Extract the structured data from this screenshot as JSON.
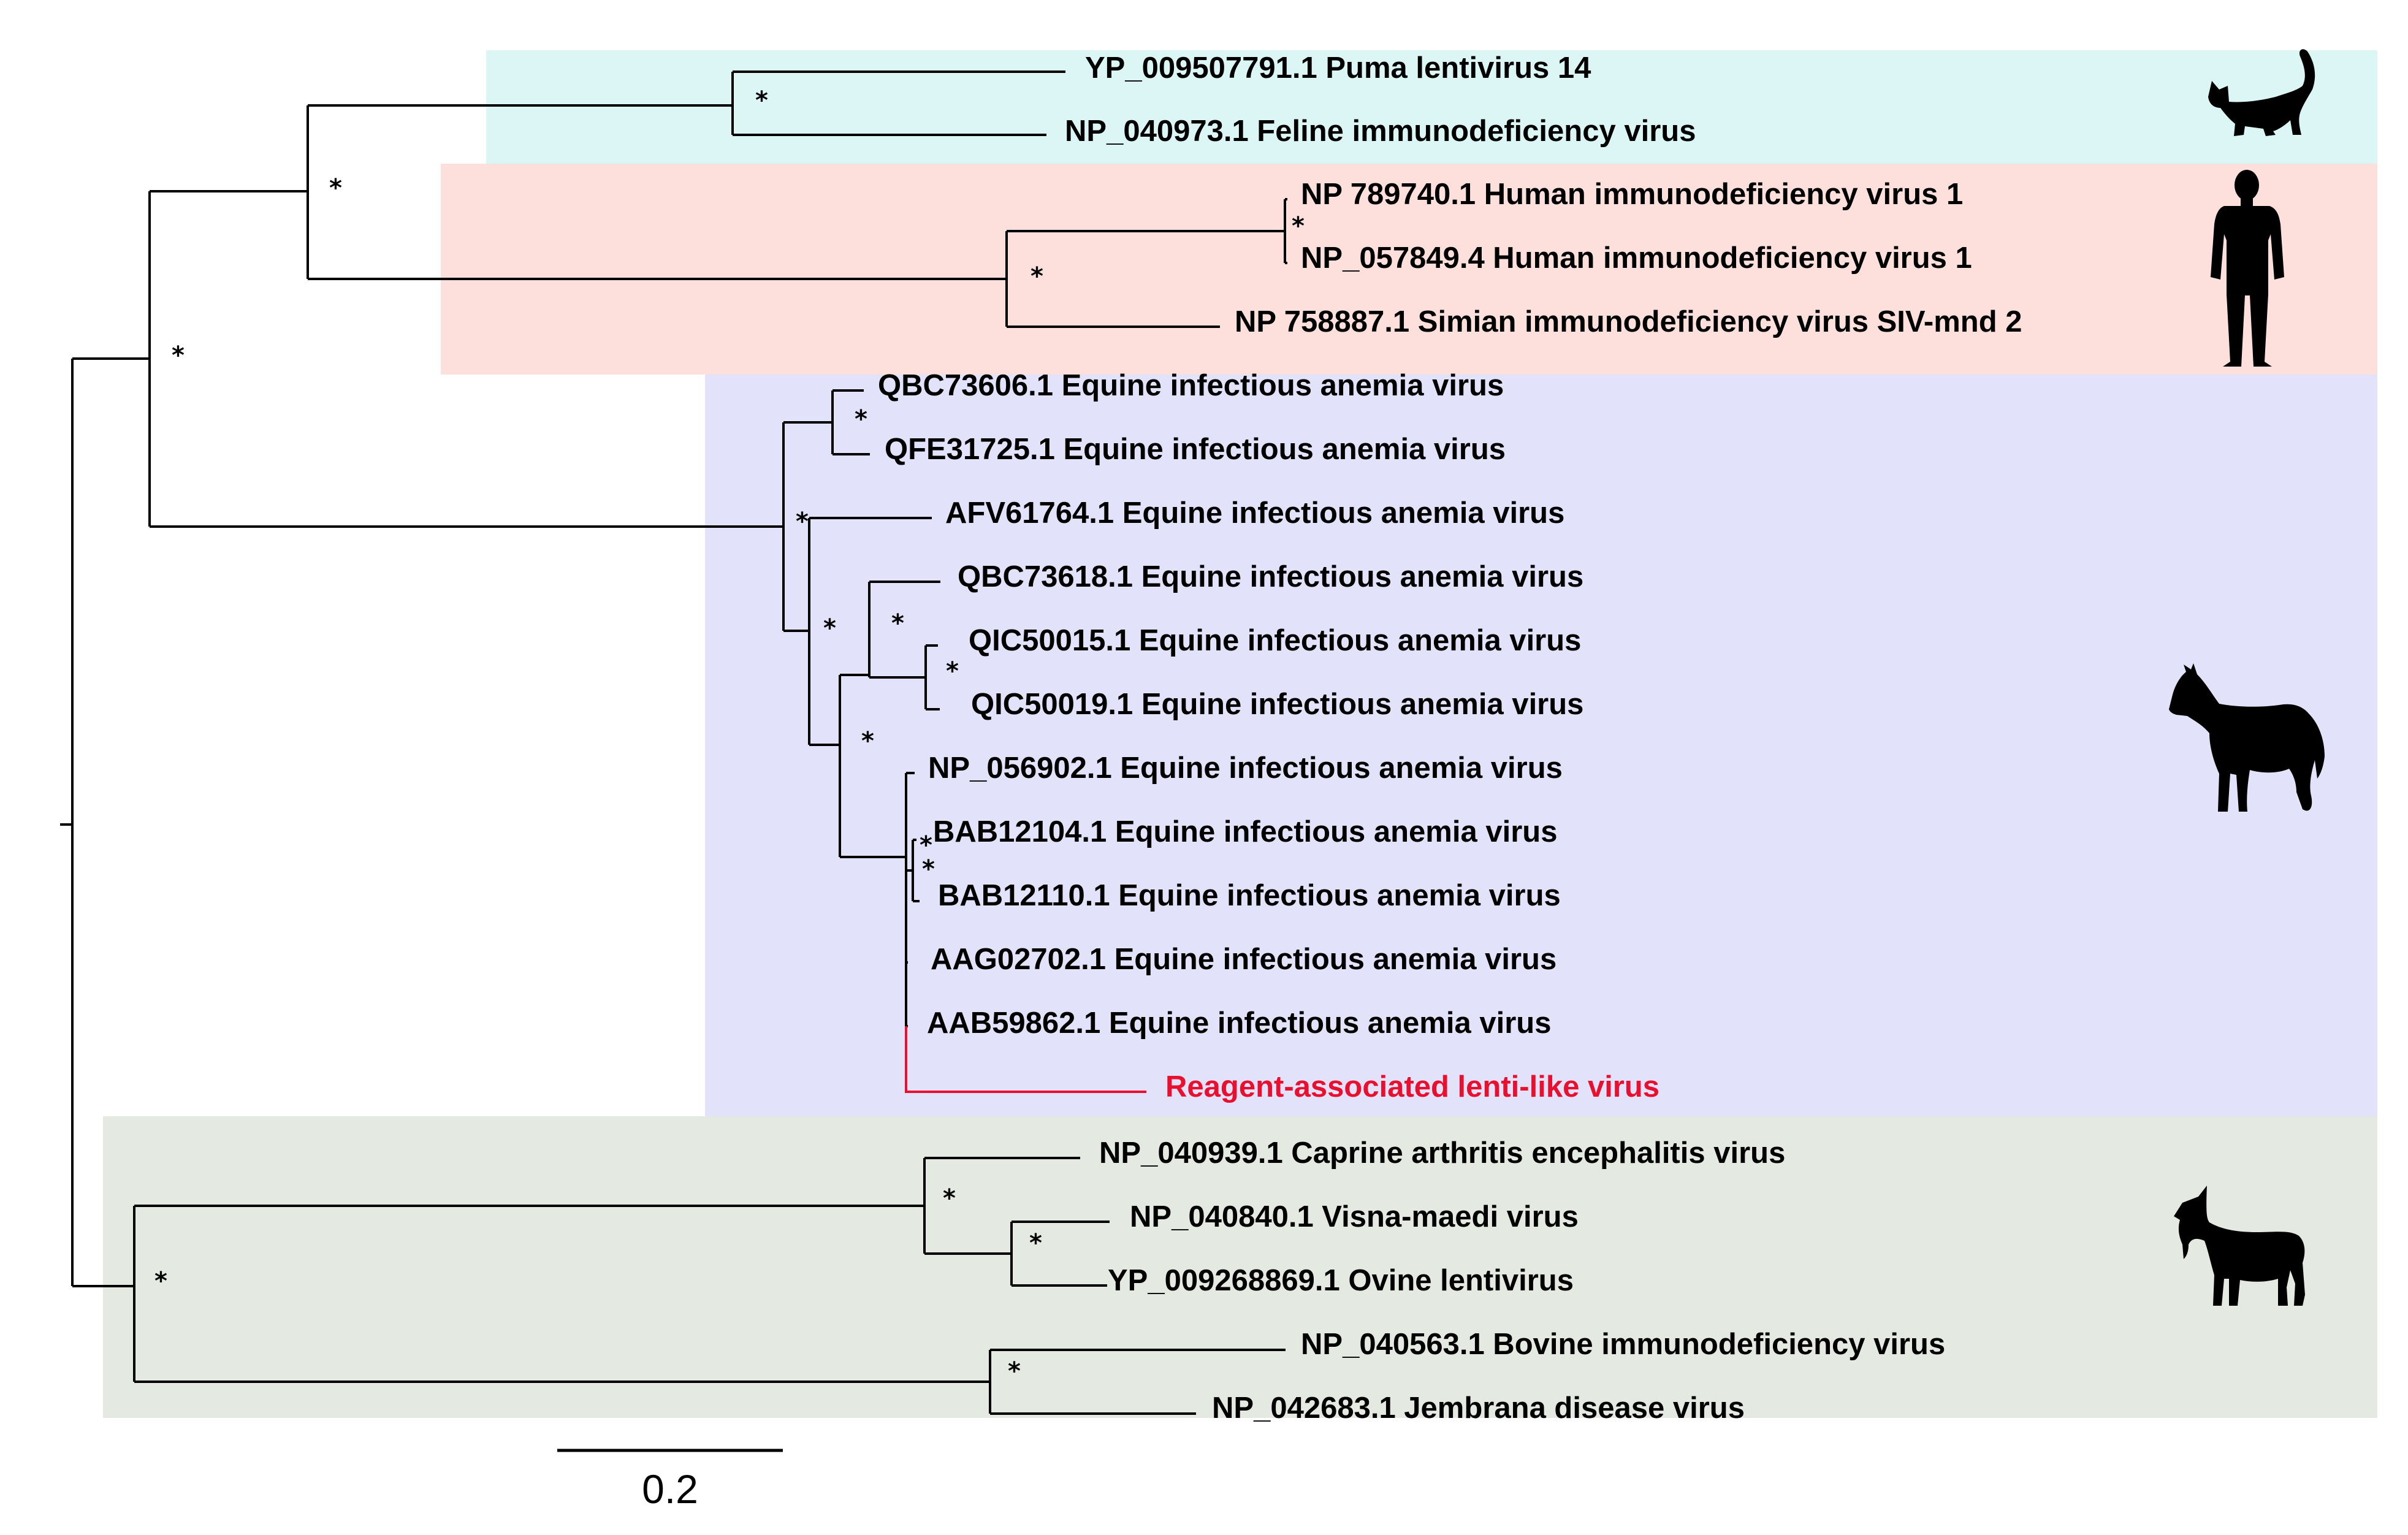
{
  "colors": {
    "feline_clade": "#dcf6f6",
    "primate_clade": "#fde0dc",
    "equine_clade": "#e2e2fa",
    "ruminant_clade": "#e4e9e1",
    "highlight": "#e8102e",
    "branch": "#000000"
  },
  "taxa": [
    {
      "label": "YP_009507791.1 Puma lentivirus 14"
    },
    {
      "label": "NP_040973.1 Feline immunodeficiency virus"
    },
    {
      "label": "NP 789740.1 Human immunodeficiency virus 1"
    },
    {
      "label": "NP_057849.4 Human immunodeficiency virus 1"
    },
    {
      "label": "NP 758887.1 Simian immunodeficiency virus SIV-mnd 2"
    },
    {
      "label": "QBC73606.1 Equine infectious anemia virus"
    },
    {
      "label": "QFE31725.1 Equine infectious anemia virus"
    },
    {
      "label": "AFV61764.1 Equine infectious anemia virus"
    },
    {
      "label": "QBC73618.1 Equine infectious anemia virus"
    },
    {
      "label": "QIC50015.1 Equine infectious anemia virus"
    },
    {
      "label": "QIC50019.1 Equine infectious anemia virus"
    },
    {
      "label": "NP_056902.1 Equine infectious anemia virus"
    },
    {
      "label": "BAB12104.1 Equine infectious anemia virus"
    },
    {
      "label": "BAB12110.1 Equine infectious anemia virus"
    },
    {
      "label": "AAG02702.1 Equine infectious anemia virus"
    },
    {
      "label": "AAB59862.1 Equine infectious anemia virus"
    },
    {
      "label": "Reagent-associated lenti-like virus",
      "highlight": true
    },
    {
      "label": "NP_040939.1 Caprine arthritis encephalitis virus"
    },
    {
      "label": "NP_040840.1 Visna-maedi virus"
    },
    {
      "label": "YP_009268869.1 Ovine lentivirus"
    },
    {
      "label": "NP_040563.1 Bovine immunodeficiency virus"
    },
    {
      "label": "NP_042683.1 Jembrana disease virus"
    }
  ],
  "support_marker": "*",
  "scale_bar": {
    "label": "0.2",
    "value": 0.2
  },
  "host_icons": [
    "cat-icon",
    "human-icon",
    "horse-icon",
    "goat-icon"
  ]
}
